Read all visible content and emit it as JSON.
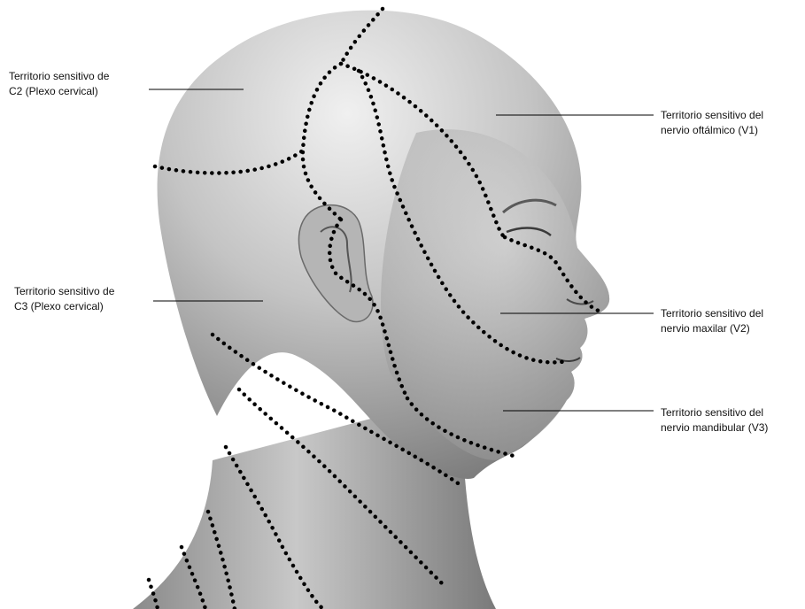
{
  "labels": {
    "c2": {
      "line1": "Territorio sensitivo de",
      "line2": "C2 (Plexo cervical)"
    },
    "c3": {
      "line1": "Territorio sensitivo de",
      "line2": "C3 (Plexo cervical)"
    },
    "v1": {
      "line1": "Territorio sensitivo del",
      "line2": "nervio oftálmico (V1)"
    },
    "v2": {
      "line1": "Territorio sensitivo del",
      "line2": "nervio maxilar (V2)"
    },
    "v3": {
      "line1": "Territorio sensitivo del",
      "line2": "nervio mandibular (V3)"
    }
  },
  "colors": {
    "background": "#ffffff",
    "skin_light": "#e6e6e6",
    "skin_mid": "#b3b3b3",
    "skin_dark": "#6e6e6e",
    "dotted_boundary": "#000000",
    "leader_line": "#000000"
  }
}
